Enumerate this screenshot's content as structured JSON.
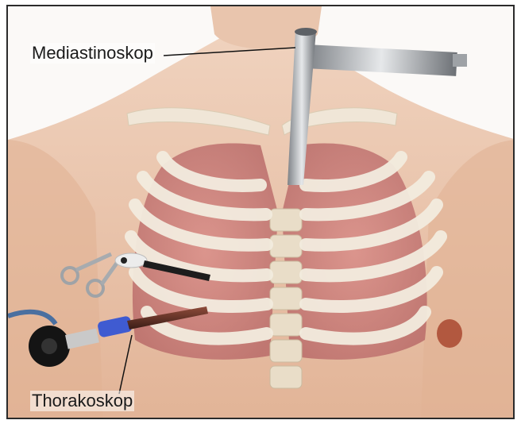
{
  "labels": {
    "mediastinoskop": "Mediastinoskop",
    "thorakoskop": "Thorakoskop"
  },
  "icons": [
    "mediastinoscope-instrument",
    "thoracoscope-instrument",
    "grasping-forceps"
  ],
  "colors": {
    "skin": "#e8c1a6",
    "lung": "#c97d79",
    "bone": "#efe6d6",
    "steel": "#b9bcc0",
    "scope_sleeve": "#3f5bd1"
  }
}
